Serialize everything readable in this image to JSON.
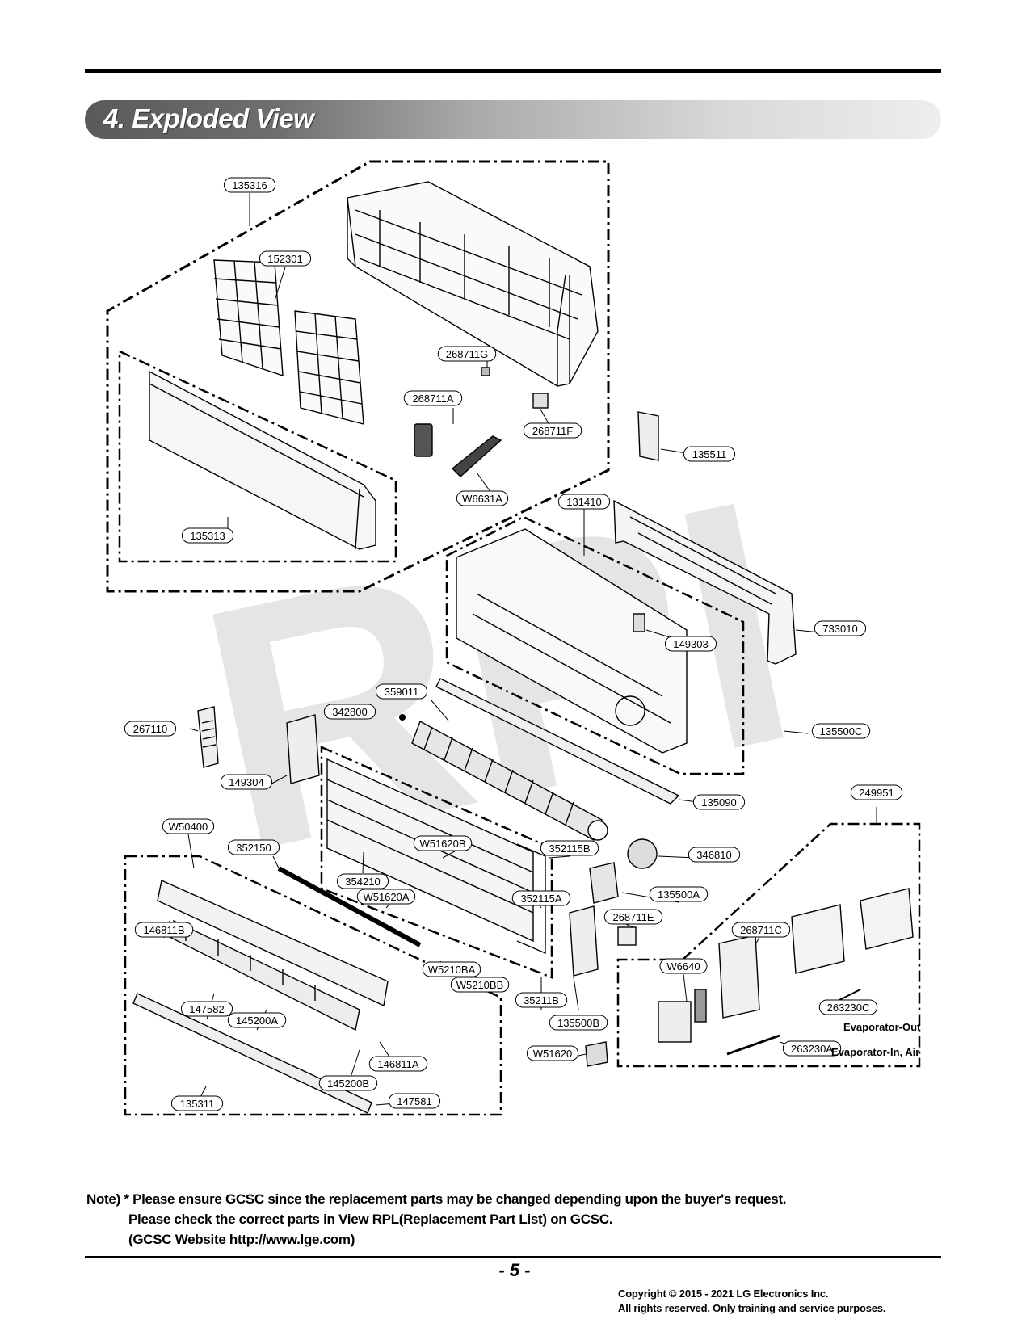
{
  "header": {
    "section_title": "4. Exploded View"
  },
  "watermark": {
    "text": "RPI"
  },
  "part_labels": [
    "135316",
    "152301",
    "268711G",
    "268711A",
    "268711F",
    "W6631A",
    "135511",
    "135313",
    "131410",
    "733010",
    "149303",
    "359011",
    "342800",
    "267110",
    "135500C",
    "149304",
    "135090",
    "249951",
    "W50400",
    "352150",
    "W51620B",
    "354210",
    "352115B",
    "346810",
    "W51620A",
    "352115A",
    "135500A",
    "268711E",
    "268711C",
    "146811B",
    "W6640",
    "W5210BA",
    "W5210BB",
    "147582",
    "145200A",
    "35211B",
    "135500B",
    "263230C",
    "146811A",
    "W51620",
    "263230A",
    "145200B",
    "147581",
    "135311"
  ],
  "annotations": {
    "evaporator_out": "Evaporator-Out",
    "evaporator_in": "Evaporator-In, Air"
  },
  "note": {
    "line1": "Note) * Please ensure GCSC since the replacement parts may be changed depending upon the buyer's request.",
    "line2": "Please check  the correct parts in View RPL(Replacement Part List) on GCSC.",
    "line3": "(GCSC Website  http://www.lge.com)"
  },
  "footer": {
    "page_number": "- 5 -",
    "copyright_line1": "Copyright © 2015 - 2021 LG Electronics Inc.",
    "copyright_line2": "All rights reserved. Only training and service purposes."
  }
}
